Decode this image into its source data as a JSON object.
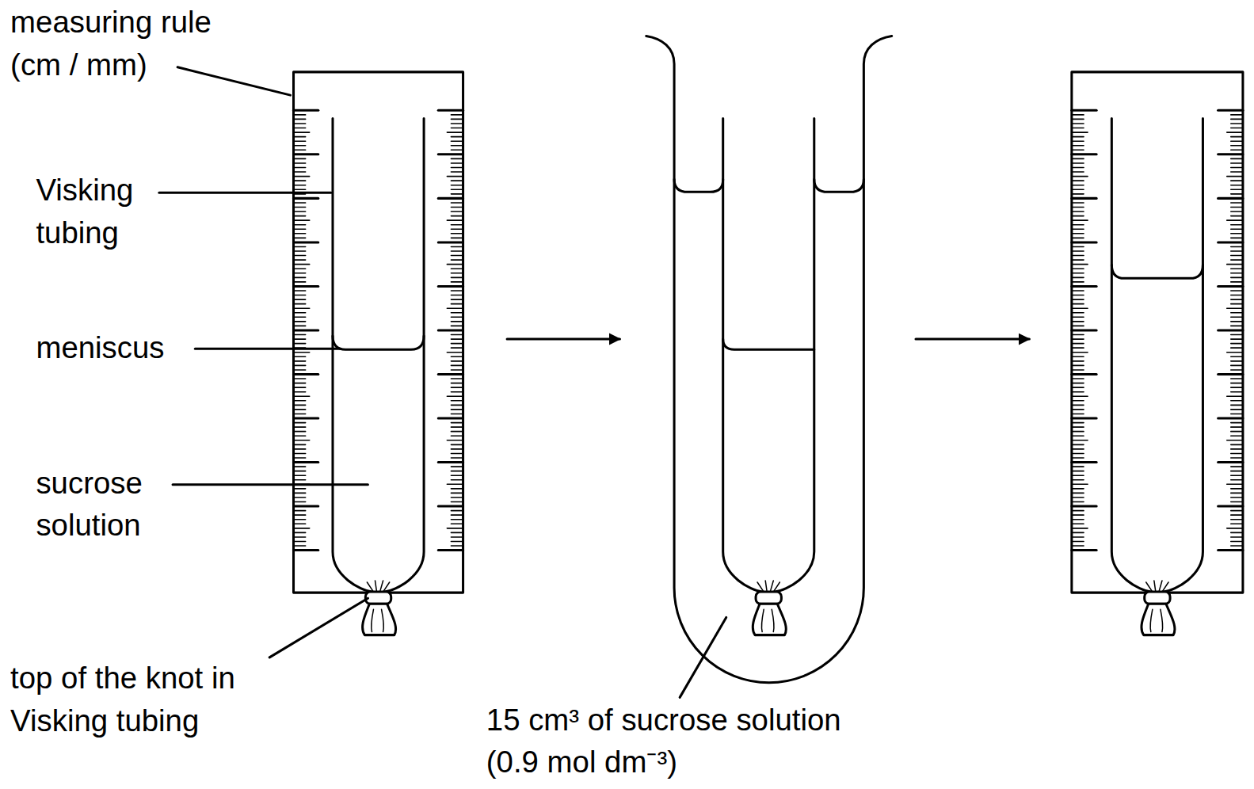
{
  "diagram": {
    "labels": [
      "measuring rule (cm / mm)",
      "Visking tubing",
      "meniscus",
      "sucrose solution",
      "top of the knot in Visking tubing",
      "15 cm³ of sucrose solution (0.9 mol dm⁻³)"
    ]
  }
}
